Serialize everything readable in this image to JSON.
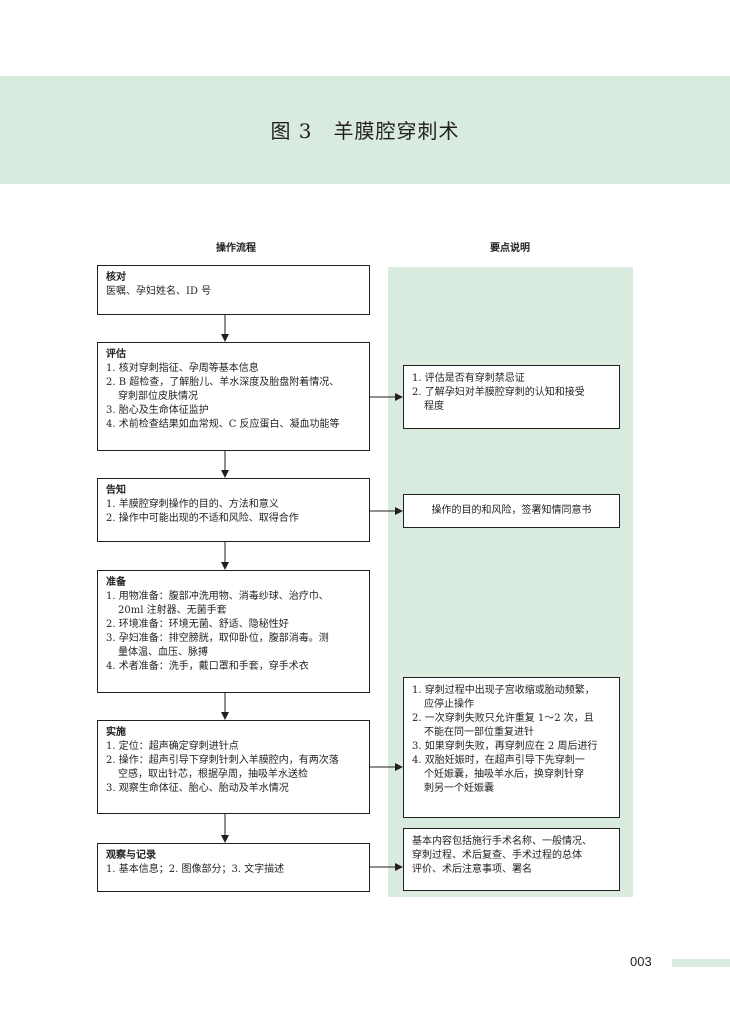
{
  "header": {
    "title": "图 3　羊膜腔穿刺术"
  },
  "columns": {
    "left": "操作流程",
    "right": "要点说明"
  },
  "steps": [
    {
      "title": "核对",
      "lines": [
        "医嘱、孕妇姓名、ID 号"
      ]
    },
    {
      "title": "评估",
      "lines": [
        "1. 核对穿刺指征、孕周等基本信息",
        "2. B 超检查，了解胎儿、羊水深度及胎盘附着情况、",
        "穿刺部位皮肤情况",
        "3. 胎心及生命体征监护",
        "4. 术前检查结果如血常规、C 反应蛋白、凝血功能等"
      ]
    },
    {
      "title": "告知",
      "lines": [
        "1. 羊膜腔穿刺操作的目的、方法和意义",
        "2. 操作中可能出现的不适和风险、取得合作"
      ]
    },
    {
      "title": "准备",
      "lines": [
        "1. 用物准备：腹部冲洗用物、消毒纱球、治疗巾、",
        "20ml 注射器、无菌手套",
        "2. 环境准备：环境无菌、舒适、隐秘性好",
        "3. 孕妇准备：排空膀胱，取仰卧位，腹部消毒。测",
        "量体温、血压、脉搏",
        "4. 术者准备：洗手，戴口罩和手套，穿手术衣"
      ]
    },
    {
      "title": "实施",
      "lines": [
        "1. 定位：超声确定穿刺进针点",
        "2. 操作：超声引导下穿刺针刺入羊膜腔内，有两次落",
        "空感，取出针芯，根据孕周，抽吸羊水送检",
        "3. 观察生命体征、胎心、胎动及羊水情况"
      ]
    },
    {
      "title": "观察与记录",
      "lines": [
        "1. 基本信息；2. 图像部分；3. 文字描述"
      ]
    }
  ],
  "notes": [
    {
      "lines": [
        "1. 评估是否有穿刺禁忌证",
        "2. 了解孕妇对羊膜腔穿刺的认知和接受",
        "程度"
      ]
    },
    {
      "lines": [
        "操作的目的和风险，签署知情同意书"
      ]
    },
    {
      "lines": [
        "1. 穿刺过程中出现子宫收缩或胎动频繁，",
        "应停止操作",
        "2. 一次穿刺失败只允许重复 1～2 次，且",
        "不能在同一部位重复进针",
        "3. 如果穿刺失败，再穿刺应在 2 周后进行",
        "4. 双胎妊娠时，在超声引导下先穿刺一",
        "个妊娠囊，抽吸羊水后，换穿刺针穿",
        "刺另一个妊娠囊"
      ]
    },
    {
      "lines": [
        "基本内容包括施行手术名称、一般情况、",
        "穿刺过程、术后复查、手术过程的总体",
        "评价、术后注意事项、署名"
      ]
    }
  ],
  "footer": {
    "page_number": "003"
  },
  "colors": {
    "accent": "#d9ebdf",
    "text": "#231f20"
  }
}
